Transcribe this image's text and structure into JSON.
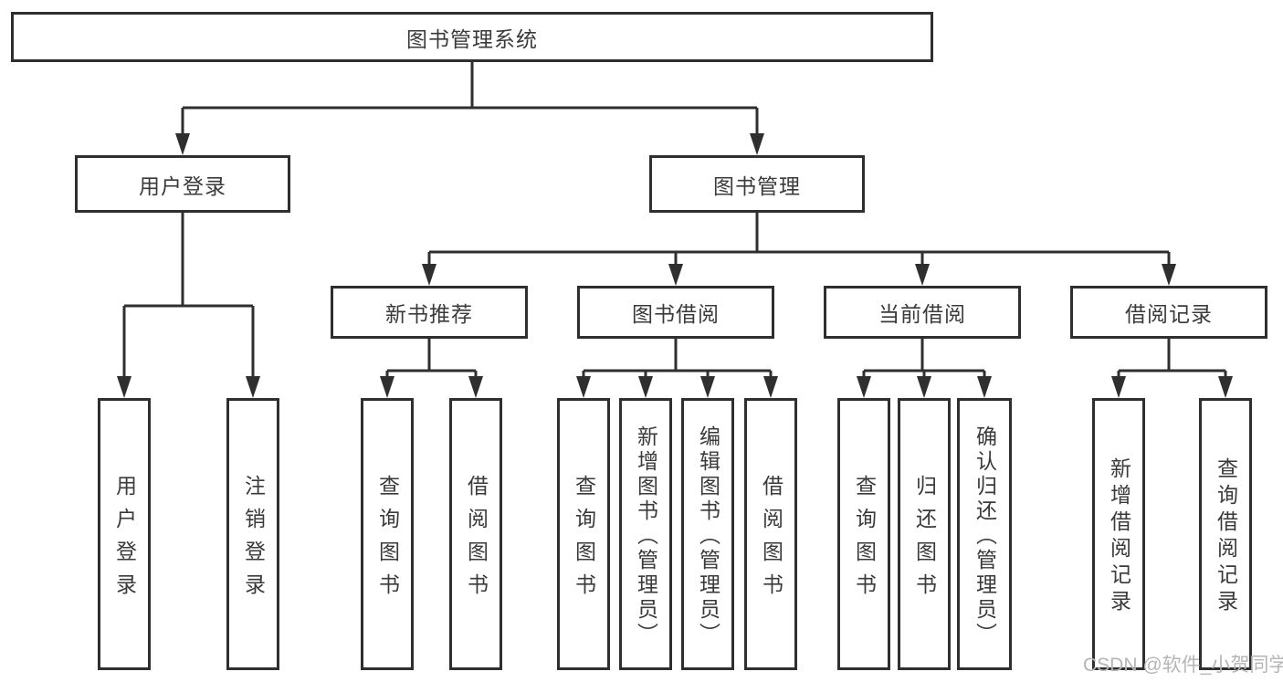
{
  "title": "图书管理系统",
  "colors": {
    "line": "#2f2f2f",
    "box_border": "#2f2f2f",
    "box_background": "#ffffff",
    "text": "#3a3a3a",
    "watermark": "#b5b5b8",
    "background": "#ffffff"
  },
  "tree": {
    "root": {
      "label": "图书管理系统"
    },
    "branches": [
      {
        "label": "用户登录",
        "children": [
          {
            "label": "用户登录"
          },
          {
            "label": "注销登录"
          }
        ]
      },
      {
        "label": "图书管理",
        "children": [
          {
            "label": "新书推荐",
            "children": [
              {
                "label": "查询图书"
              },
              {
                "label": "借阅图书"
              }
            ]
          },
          {
            "label": "图书借阅",
            "children": [
              {
                "label": "查询图书"
              },
              {
                "label": "新增图书（管理员）"
              },
              {
                "label": "编辑图书（管理员）"
              },
              {
                "label": "借阅图书"
              }
            ]
          },
          {
            "label": "当前借阅",
            "children": [
              {
                "label": "查询图书"
              },
              {
                "label": "归还图书"
              },
              {
                "label": "确认归还（管理员）"
              }
            ]
          },
          {
            "label": "借阅记录",
            "children": [
              {
                "label": "新增借阅记录"
              },
              {
                "label": "查询借阅记录"
              }
            ]
          }
        ]
      }
    ]
  },
  "watermark": {
    "text": "CSDN @软件_小贺同学"
  }
}
